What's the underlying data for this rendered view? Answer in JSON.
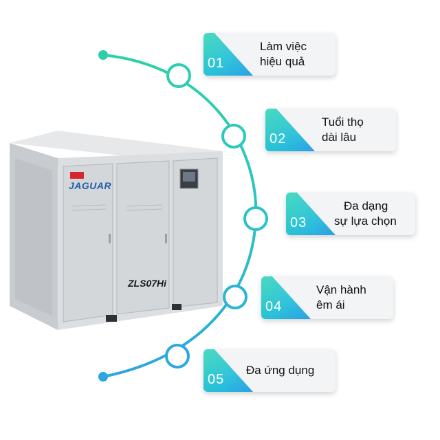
{
  "features": [
    {
      "number": "01",
      "line1": "Làm việc",
      "line2": "hiệu quả"
    },
    {
      "number": "02",
      "line1": "Tuổi thọ",
      "line2": "dài lâu"
    },
    {
      "number": "03",
      "line1": "Đa dạng",
      "line2": "sự lựa chọn"
    },
    {
      "number": "04",
      "line1": "Vận hành",
      "line2": "êm ái"
    },
    {
      "number": "05",
      "line1": "Đa ứng dụng",
      "line2": ""
    }
  ],
  "machine": {
    "brand_logo": "JAGUAR",
    "model": "ZLS07Hi"
  },
  "colors": {
    "arc_start": "#2bd1a8",
    "arc_end": "#2ba6e3",
    "panel": "#d9dcde",
    "accent": "#2bc2d0"
  }
}
